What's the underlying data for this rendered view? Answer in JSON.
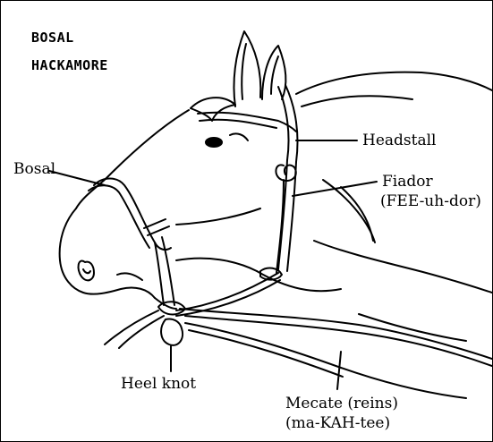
{
  "title": {
    "line1": "BOSAL",
    "line2": "HACKAMORE"
  },
  "labels": {
    "headstall": "Headstall",
    "bosal": "Bosal",
    "fiador_line1": "Fiador",
    "fiador_line2": "(FEE-uh-dor)",
    "heel_knot": "Heel knot",
    "mecate_line1": "Mecate (reins)",
    "mecate_line2": "(ma-KAH-tee)"
  }
}
